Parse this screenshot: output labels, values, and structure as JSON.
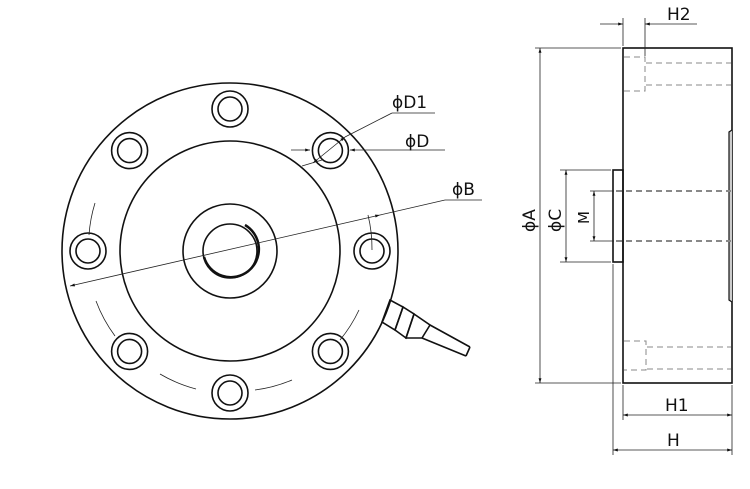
{
  "title": "Load cell dimension drawing",
  "labels": {
    "phi_d1": "ϕD1",
    "phi_d": "ϕD",
    "phi_b": "ϕB",
    "phi_a": "ϕA",
    "phi_c": "ϕC",
    "m": "M",
    "h2": "H2",
    "h1": "H1",
    "h": "H"
  },
  "bolt_hole_count": 8
}
